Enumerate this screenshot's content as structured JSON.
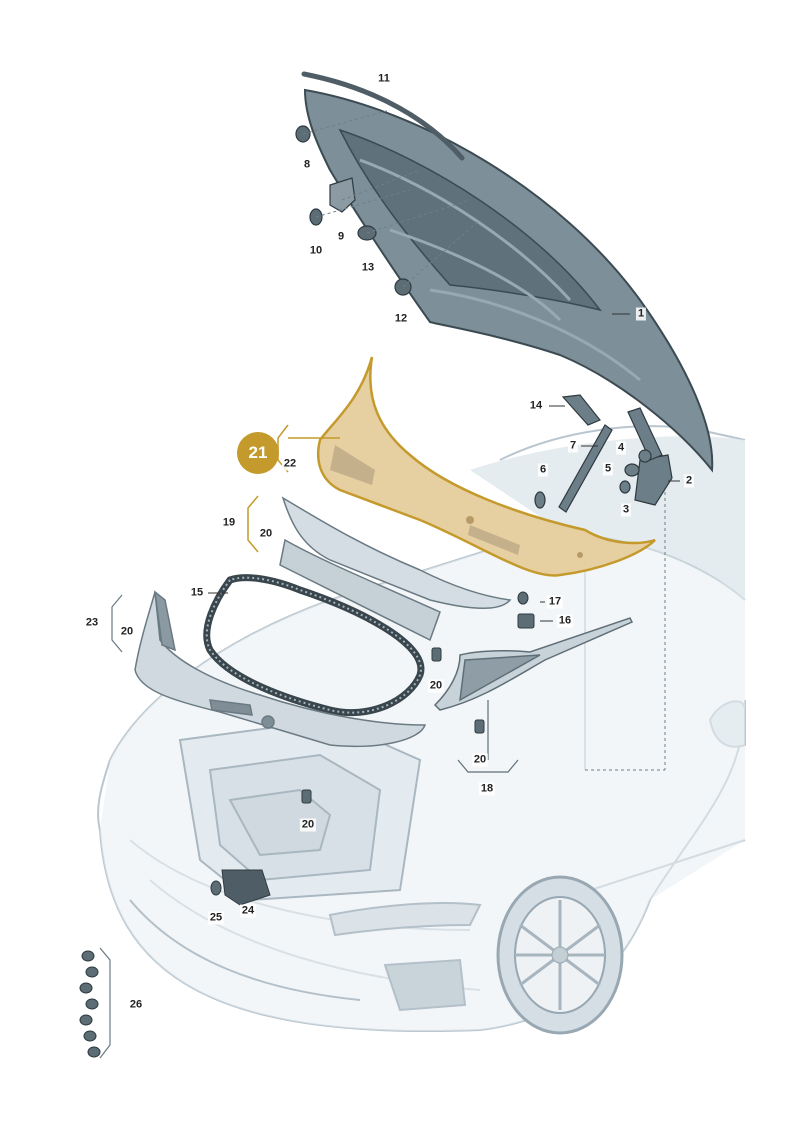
{
  "colors": {
    "accent": "#C49A2C",
    "hood": "#7d8f99",
    "hood_dark": "#4f5e66",
    "car_outline": "#b9c6cf",
    "car_fill": "#e3eaef",
    "highlight_fill": "#e6cfa0"
  },
  "callouts": {
    "p1": "1",
    "p2": "2",
    "p3": "3",
    "p4": "4",
    "p5": "5",
    "p6": "6",
    "p7": "7",
    "p8": "8",
    "p9": "9",
    "p10": "10",
    "p11": "11",
    "p12": "12",
    "p13": "13",
    "p14": "14",
    "p15": "15",
    "p16": "16",
    "p17": "17",
    "p18": "18",
    "p19": "19",
    "p20a": "20",
    "p20b": "20",
    "p20c": "20",
    "p20d": "20",
    "p20e": "20",
    "p22": "22",
    "p23": "23",
    "p24": "24",
    "p25": "25",
    "p26": "26"
  },
  "highlight_badge": "21"
}
